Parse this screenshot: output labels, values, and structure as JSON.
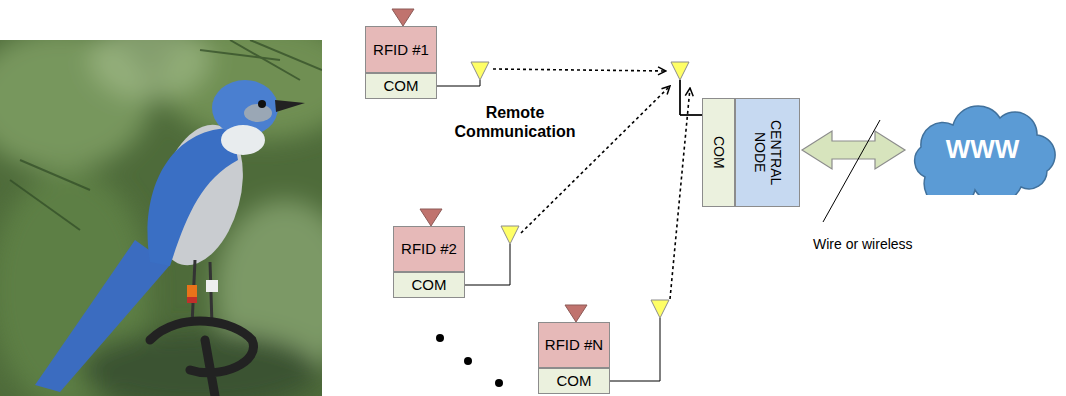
{
  "diagram": {
    "nodes": [
      {
        "text": [
          "RFID #1"
        ]
      },
      {
        "text": [
          "COM"
        ]
      },
      {
        "text": [
          "RFID #2"
        ]
      },
      {
        "text": [
          "COM"
        ]
      },
      {
        "text": [
          "RFID #N"
        ]
      },
      {
        "text": [
          "COM"
        ]
      },
      {
        "text": [
          "COM"
        ]
      },
      {
        "text": [
          "CENTRAL NODE"
        ]
      },
      {
        "text": [
          "WWW"
        ]
      }
    ],
    "edges": [
      {
        "from": 1,
        "to": 6,
        "arrow": "to"
      },
      {
        "from": 3,
        "to": 6,
        "arrow": "to"
      },
      {
        "from": 5,
        "to": 6,
        "arrow": "to"
      },
      {
        "from": 7,
        "to": 8,
        "arrow": "both"
      }
    ],
    "labels": [
      "Remote Communication",
      "Wire or wireless"
    ]
  }
}
